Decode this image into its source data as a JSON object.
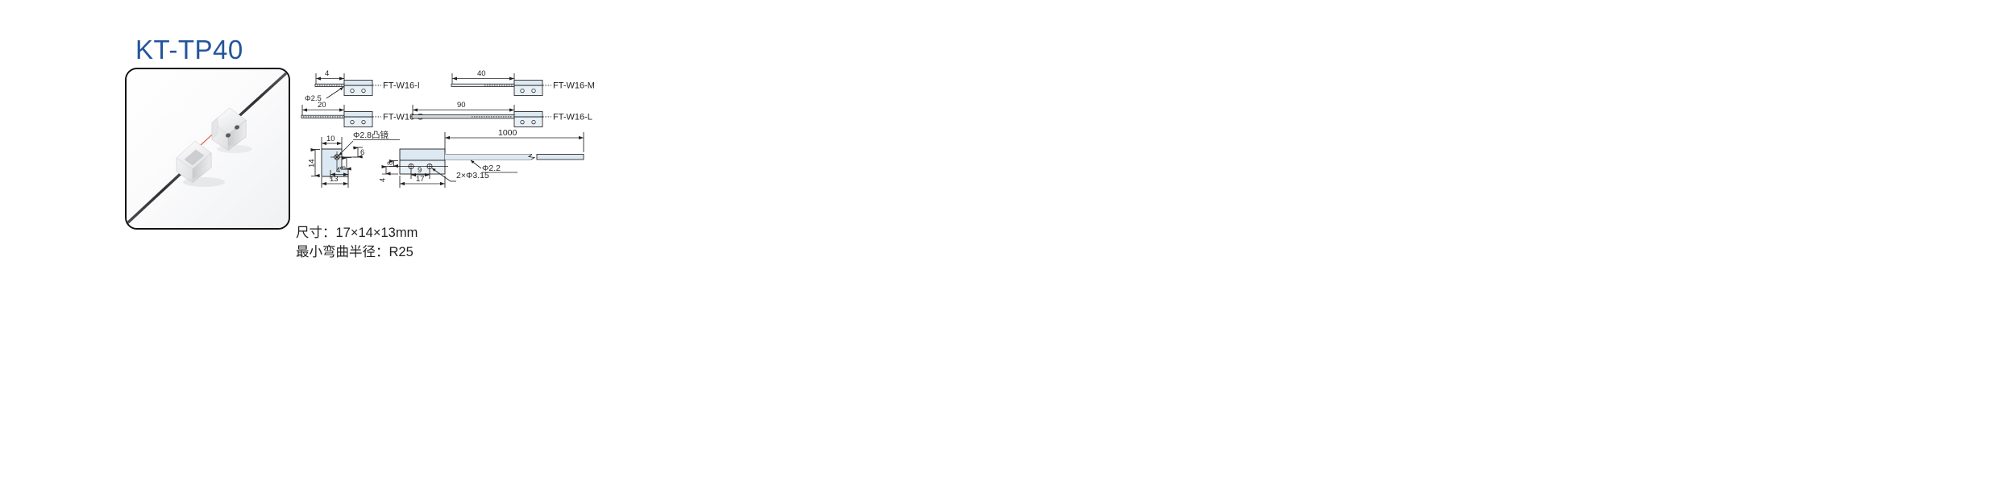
{
  "header": {
    "product_title": "KT-TP40"
  },
  "photo": {
    "alt_name": "through-beam-fiber-sensor-photo",
    "frame_border_color": "#111111",
    "beam_color": "#e8442a",
    "cable_color": "#3a3a3c",
    "body_color": "#f2f2f2"
  },
  "drawing": {
    "line_color": "#231f20",
    "fill_color": "#dce9f2",
    "accent_fill": "#c9dcea",
    "variants": [
      {
        "id": "ft-w16-i",
        "label": "FT-W16-I",
        "dimension": "4"
      },
      {
        "id": "ft-w16-m",
        "label": "FT-W16-M",
        "dimension": "40"
      },
      {
        "id": "ft-w16-s",
        "label": "FT-W16-S",
        "dimension": "20"
      },
      {
        "id": "ft-w16-l",
        "label": "FT-W16-L",
        "dimension": "90"
      }
    ],
    "callouts": {
      "fiber_small": "Φ2.5",
      "lens": "Φ2.8凸镜",
      "cable": "Φ2.2",
      "holes": "2×Φ3.15",
      "cable_length": "1000"
    },
    "bracket_left_dims": {
      "width_top": "10",
      "height": "14",
      "foot": "4",
      "base": "13",
      "step": "3",
      "lens_offset": "6"
    },
    "bracket_right_dims": {
      "hole_from_top": "8",
      "hole_from_bottom": "4",
      "hole_pitch": "9",
      "overall": "17"
    }
  },
  "specs": {
    "size_line": "尺寸：17×14×13mm",
    "bend_radius_line": "最小弯曲半径：R25"
  }
}
